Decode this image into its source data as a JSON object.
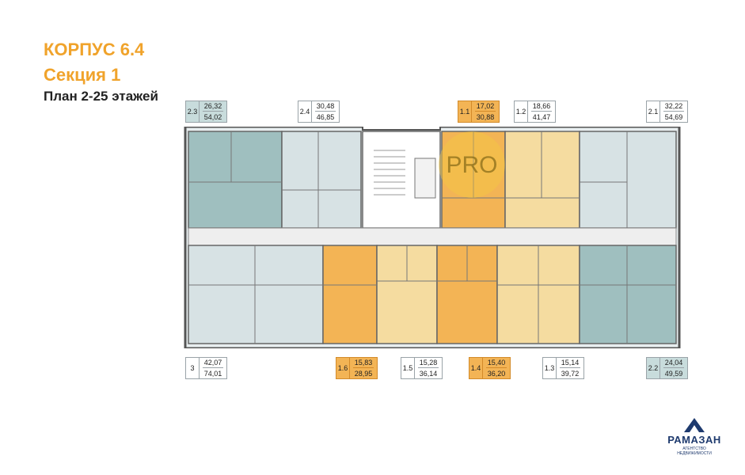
{
  "header": {
    "building": "КОРПУС 6.4",
    "section": "Секция 1",
    "plan": "План 2-25 этажей"
  },
  "apartments_top": [
    {
      "num": "2.3",
      "living": "26,32",
      "total": "54,02"
    },
    {
      "num": "2.4",
      "living": "30,48",
      "total": "46,85"
    },
    {
      "num": "1.1",
      "living": "17,02",
      "total": "30,88"
    },
    {
      "num": "1.2",
      "living": "18,66",
      "total": "41,47"
    },
    {
      "num": "2.1",
      "living": "32,22",
      "total": "54,69"
    }
  ],
  "apartments_bottom": [
    {
      "num": "3",
      "living": "42,07",
      "total": "74,01"
    },
    {
      "num": "1.6",
      "living": "15,83",
      "total": "28,95"
    },
    {
      "num": "1.5",
      "living": "15,28",
      "total": "36,14"
    },
    {
      "num": "1.4",
      "living": "15,40",
      "total": "36,20"
    },
    {
      "num": "1.3",
      "living": "15,14",
      "total": "39,72"
    },
    {
      "num": "2.2",
      "living": "24,04",
      "total": "49,59"
    }
  ],
  "watermark": "PRO",
  "logo": {
    "name": "РАМАЗАН",
    "tagline": "АГЕНТСТВО НЕДВИЖИМОСТИ"
  },
  "colors": {
    "accent": "#f0a32b",
    "teal": "#c8dcdc",
    "orange": "#f3b455",
    "yellow": "#f5dca0"
  }
}
